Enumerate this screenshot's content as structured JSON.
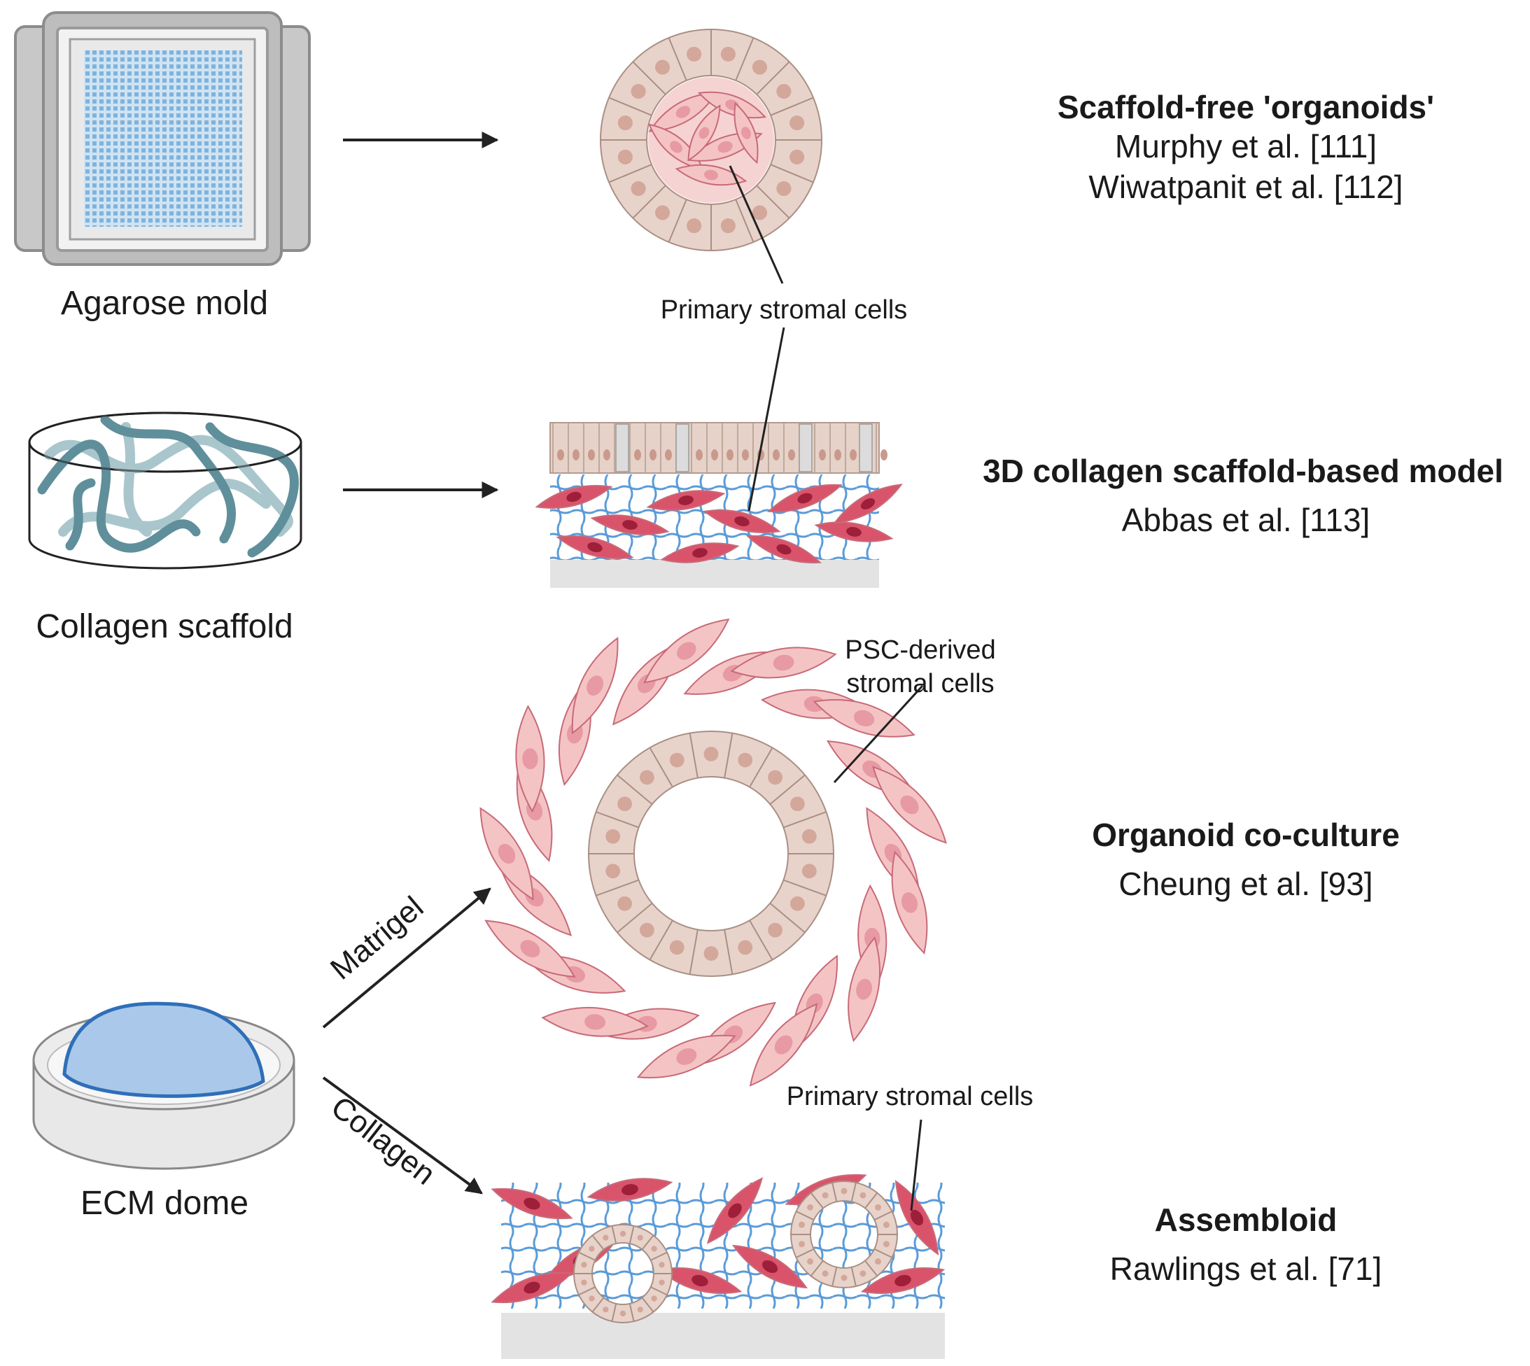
{
  "rows": [
    {
      "source": "Agarose mold",
      "title": "Scaffold-free 'organoids'",
      "refs": [
        "Murphy et al. [111]",
        "Wiwatpanit et al. [112]"
      ],
      "callout": "Primary stromal cells"
    },
    {
      "source": "Collagen scaffold",
      "title": "3D collagen scaffold-based model",
      "refs": [
        "Abbas et al. [113]"
      ]
    },
    {
      "source": "ECM dome",
      "title": "Organoid co-culture",
      "refs": [
        "Cheung et al. [93]"
      ],
      "callout_line1": "PSC-derived",
      "callout_line2": "stromal cells",
      "arrow_label": "Matrigel"
    },
    {
      "title": "Assembloid",
      "refs": [
        "Rawlings et al. [71]"
      ],
      "callout": "Primary stromal cells",
      "arrow_label": "Collagen"
    }
  ],
  "colors": {
    "epithelium": "#e8d3cb",
    "stroma_light": "#f4c4c4",
    "stroma_dark": "#d9546b",
    "collagen_mesh": "#5a9bd8",
    "scaffold_fiber": "#6f9aa5",
    "dome": "#aac9ea",
    "mold_grey": "#a8a8a8"
  }
}
